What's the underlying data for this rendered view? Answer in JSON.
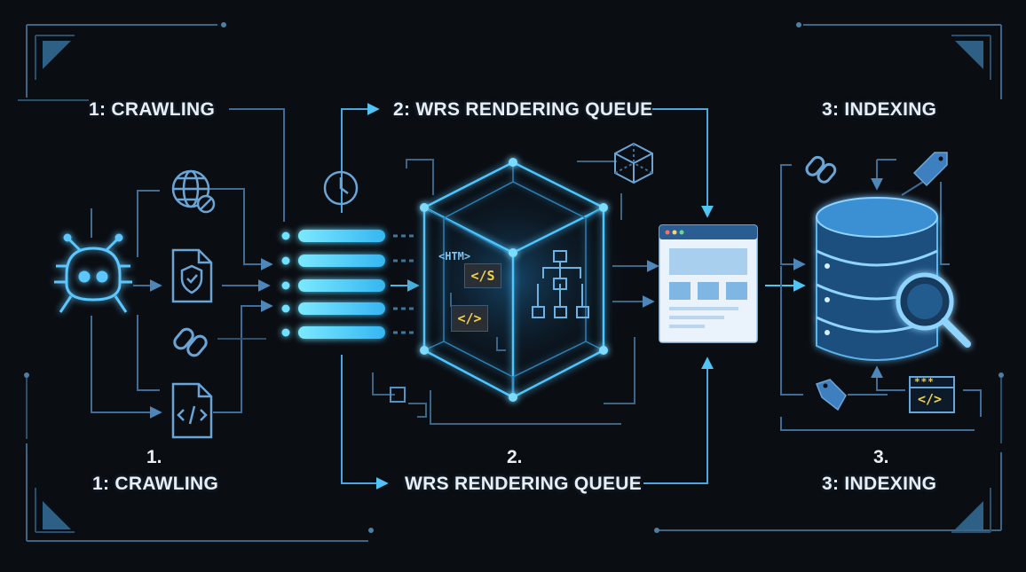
{
  "stages": {
    "crawling": {
      "top_label": "1: CRAWLING",
      "number": "1.",
      "bottom_label": "1: CRAWLING"
    },
    "rendering": {
      "top_label": "2: WRS RENDERING QUEUE",
      "number": "2.",
      "bottom_label": "WRS RENDERING QUEUE"
    },
    "indexing": {
      "top_label": "3: INDEXING",
      "number": "3.",
      "bottom_label": "3: INDEXING"
    }
  },
  "cube_tags": {
    "html": "<HTM>",
    "js": "</S",
    "code": "</>"
  },
  "indexing_tags": {
    "code": "</>",
    "stars": "***"
  },
  "colors": {
    "background": "#0a0d12",
    "line": "#3f6d96",
    "glow": "#45c8ff",
    "accent": "#2fa7e8",
    "database": "#2f7fbf",
    "code_yellow": "#f2d24b"
  },
  "icons": [
    "crawler-bot-icon",
    "globe-icon",
    "shield-document-icon",
    "link-icon",
    "code-file-icon",
    "clock-icon",
    "queue-bars-icon",
    "render-cube-icon",
    "small-cube-icon",
    "tree-diagram-icon",
    "browser-page-icon",
    "database-icon",
    "magnifier-icon",
    "tag-icon",
    "code-window-icon"
  ]
}
